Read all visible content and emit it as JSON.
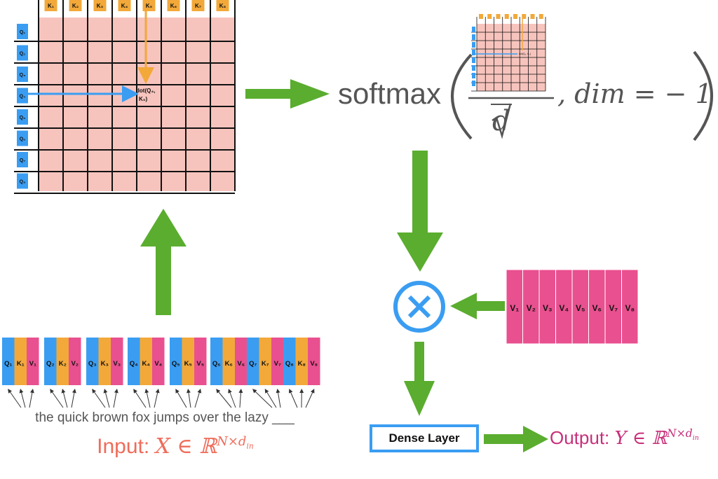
{
  "key_labels": [
    "K₁",
    "K₂",
    "K₃",
    "K₄",
    "K₅",
    "K₆",
    "K₇",
    "K₈"
  ],
  "query_labels": [
    "Q₁",
    "Q₂",
    "Q₃",
    "Q₄",
    "Q₅",
    "Q₆",
    "Q₇",
    "Q₈"
  ],
  "value_labels": [
    "V₁",
    "V₂",
    "V₃",
    "V₄",
    "V₅",
    "V₆",
    "V₇",
    "V₈"
  ],
  "dot_label_line1": "dot(Q₄,",
  "dot_label_line2": "K₅)",
  "mini_dot_label": "dot(Q₄, K₅)",
  "softmax": {
    "word": "softmax",
    "denominator": "d",
    "tail": ", dim = − 1"
  },
  "tokens": [
    [
      "Q₁",
      "K₁",
      "V₁"
    ],
    [
      "Q₂",
      "K₂",
      "V₂"
    ],
    [
      "Q₃",
      "K₃",
      "V₃"
    ],
    [
      "Q₄",
      "K₄",
      "V₄"
    ],
    [
      "Q₅",
      "K₅",
      "V₅"
    ],
    [
      "Q₆",
      "K₆",
      "V₆"
    ],
    [
      "Q₇",
      "K₇",
      "V₇"
    ],
    [
      "Q₈",
      "K₈",
      "V₈"
    ]
  ],
  "sentence": "the quick brown fox jumps over the lazy ___",
  "input_label": {
    "prefix": "Input: ",
    "math": "X ∈ ℝ",
    "sup": "N×d",
    "sub": "in"
  },
  "dense_label": "Dense Layer",
  "output_label": {
    "prefix": "Output: ",
    "math": "Y ∈ ℝ",
    "sup": "N×d",
    "sub": "in"
  },
  "colors": {
    "query": "#3a9df2",
    "key": "#f2a93a",
    "value": "#e9508f",
    "attention_fill": "#f7c4bd",
    "arrow_green": "#5aad2f",
    "input_text": "#ef6c5a",
    "output_text": "#c7307a"
  }
}
